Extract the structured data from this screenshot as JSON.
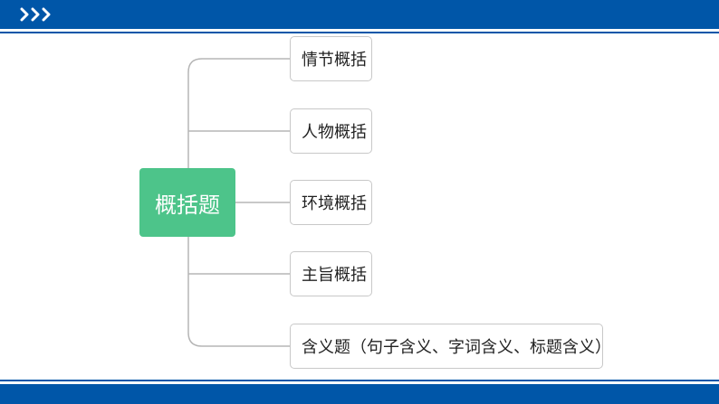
{
  "header": {
    "icon": "triple-chevron-right-icon",
    "accent_color": "#0056a8"
  },
  "mindmap": {
    "root": {
      "label": "概括题",
      "color": "#4dc48a"
    },
    "children": [
      {
        "label": "情节概括"
      },
      {
        "label": "人物概括"
      },
      {
        "label": "环境概括"
      },
      {
        "label": "主旨概括"
      },
      {
        "label": "含义题（句子含义、字词含义、标题含义）"
      }
    ]
  }
}
